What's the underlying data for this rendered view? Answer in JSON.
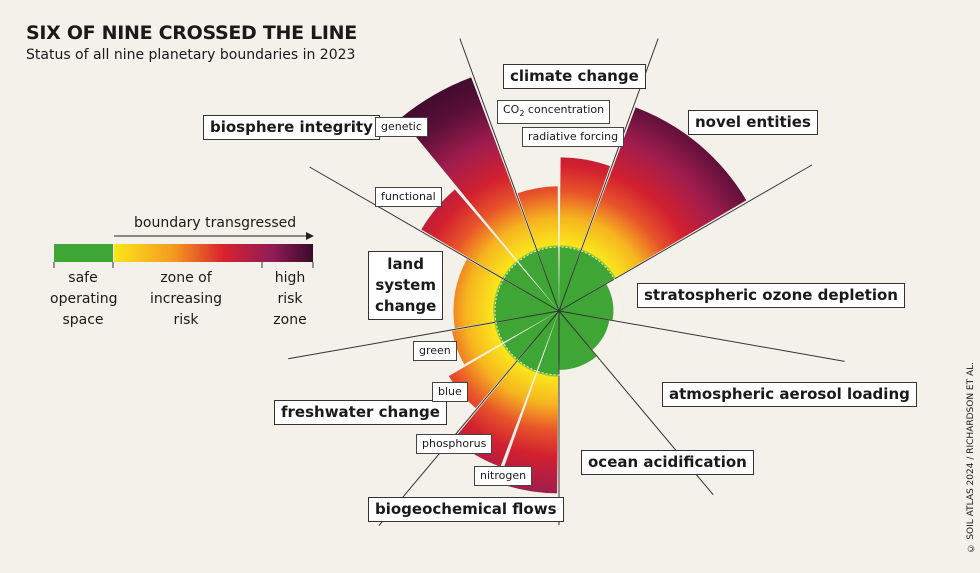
{
  "header": {
    "title": "SIX OF NINE CROSSED THE LINE",
    "subtitle": "Status of all nine planetary boundaries in 2023"
  },
  "legend": {
    "arrow_label": "boundary transgressed",
    "safe": "safe operating space",
    "zone": "zone of increasing risk",
    "high": "high risk zone",
    "colors": {
      "safe": "#3fa535",
      "yellow": "#f7e21a",
      "orange": "#f39a1e",
      "red": "#d8232f",
      "purple": "#8e1c57",
      "dark": "#3a0a2a"
    }
  },
  "boundaries": {
    "climate": "climate change",
    "co2": "CO2 concentration",
    "co2_pre": "CO",
    "co2_sub": "2",
    "co2_post": " concentration",
    "radiative": "radiative forcing",
    "novel": "novel entities",
    "ozone": "stratospheric ozone depletion",
    "aerosol": "atmospheric aerosol loading",
    "ocean": "ocean acidification",
    "biogeo": "biogeochemical flows",
    "nitrogen": "nitrogen",
    "phosphorus": "phosphorus",
    "freshwater": "freshwater change",
    "blue": "blue",
    "green": "green",
    "land": "land system change",
    "land1": "land",
    "land2": "system",
    "land3": "change",
    "biosphere": "biosphere integrity",
    "functional": "functional",
    "genetic": "genetic"
  },
  "wedges": [
    {
      "name": "co2-concentration",
      "status": "transgressed",
      "extent": 1.95
    },
    {
      "name": "radiative-forcing",
      "status": "transgressed",
      "extent": 2.4
    },
    {
      "name": "novel-entities",
      "status": "transgressed",
      "extent": 3.4
    },
    {
      "name": "stratospheric-ozone",
      "status": "safe",
      "extent": 0.85
    },
    {
      "name": "aerosol-loading",
      "status": "safe",
      "extent": 0.8
    },
    {
      "name": "ocean-acidification",
      "status": "safe",
      "extent": 0.92
    },
    {
      "name": "nitrogen",
      "status": "transgressed",
      "extent": 2.85
    },
    {
      "name": "phosphorus",
      "status": "transgressed",
      "extent": 2.6
    },
    {
      "name": "blue-water",
      "status": "transgressed",
      "extent": 2.0
    },
    {
      "name": "green-water",
      "status": "transgressed",
      "extent": 1.7
    },
    {
      "name": "land-system",
      "status": "transgressed",
      "extent": 1.65
    },
    {
      "name": "functional-integrity",
      "status": "transgressed",
      "extent": 2.5
    },
    {
      "name": "genetic-diversity",
      "status": "transgressed",
      "extent": 3.9
    }
  ],
  "credit": "© SOIL ATLAS 2024 / RICHARDSON ET AL."
}
